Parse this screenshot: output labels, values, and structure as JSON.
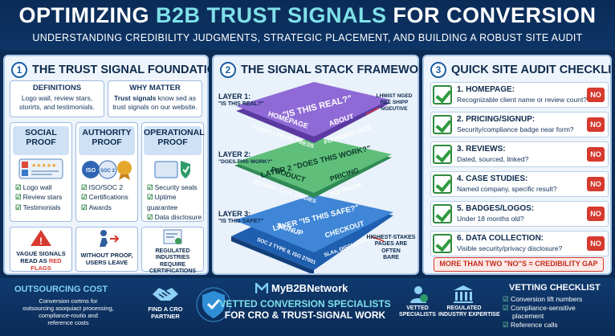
{
  "header": {
    "title_a": "OPTIMIZING ",
    "title_b": "B2B TRUST SIGNALS",
    "title_c": " FOR CONVERSION",
    "subtitle": "UNDERSTANDING CREDIBILITY JUDGMENTS, STRATEGIC PLACEMENT, AND BUILDING A ROBUST SITE AUDIT"
  },
  "p1": {
    "num": "1",
    "title": "THE TRUST SIGNAL FOUNDATION",
    "def_title": "DEFINITIONS",
    "def_text": "Logo wall, review stars, storirts, and testimonials.",
    "why_title": "WHY MATTER",
    "why_bold": "Trust signals",
    "why_text": " know sed as trust signals on our website.",
    "pillars": [
      {
        "name": "SOCIAL PROOF",
        "items": [
          "Logo wall",
          "Review stars",
          "Testimonials"
        ]
      },
      {
        "name": "AUTHORITY PROOF",
        "items": [
          "ISO/SOC 2",
          "Certifications",
          "Awards"
        ]
      },
      {
        "name": "OPERATIONAL PROOF",
        "items": [
          "Security seals",
          "Uptime guarantee",
          "Data disclosure"
        ]
      }
    ],
    "foot1_a": "VAGUE SIGNALS",
    "foot1_b": "READ AS ",
    "foot1_c": "RED FLAGS",
    "foot2_a": "WITHOUT PROOF,",
    "foot2_b": "USERS LEAVE",
    "foot3_a": "REGULATED",
    "foot3_b": "INDUSTRIES REQUIRE",
    "foot3_c": "CERTIFICATIONS",
    "iso_label": "ISO",
    "soc_label": "SOC 2"
  },
  "p2": {
    "num": "2",
    "title": "THE SIGNAL STACK FRAMEWORK",
    "l1": "LAYER 1:",
    "l1q": "\"IS THIS REAL?\"",
    "l2": "LAYER 2:",
    "l2q": "\"DOES THIS WORK?\"",
    "l3": "LAYER 3:",
    "l3q": "\"IS THIS SAFE?\"",
    "t1_top": "\"IS THIS REAL?\"",
    "t1_a": "HOMEPAGE",
    "t1_b": "ABOUT",
    "t1_c": "CLIENT LOGOS, PRESS",
    "t1_d": "FOUNDING DATE",
    "t2_top": "LAYER 2 \"DOES THIS WORK?\"",
    "t2_a": "PRODUCT",
    "t2_b": "PRICING",
    "t2_c": "REVIEWS, CASE STUDIES",
    "t2_d": "ROI PROOF",
    "t3_top": "LAYER \"IS THIS SAFE?\"",
    "t3_a": "SIGNUP",
    "t3_b": "CHECKOUT",
    "t3_c": "SOC 2 TYPE II, ISO 27001",
    "t3_d": "SLAs, DISCLOSURES",
    "note_r1": "LHMIST NGED",
    "note_r2": "REE SHIPP",
    "note_r3": "NGEUTIVE",
    "note_b1": "HIGHEST-STAKES",
    "note_b2": "PAGES ARE OFTEN",
    "note_b3": "BARE"
  },
  "p3": {
    "num": "3",
    "title": "QUICK SITE AUDIT CHECKLIST",
    "no": "NO",
    "items": [
      {
        "t": "1. HOMEPAGE:",
        "d": "Recognizable client name or review count?"
      },
      {
        "t": "2. PRICING/SIGNUP:",
        "d": "Security/compliance badge near form?"
      },
      {
        "t": "3. REVIEWS:",
        "d": "Dated, sourced, linked?"
      },
      {
        "t": "4. CASE STUDIES:",
        "d": "Named company, specific result?"
      },
      {
        "t": "5. BADGES/LOGOS:",
        "d": "Under 18 months old?"
      },
      {
        "t": "6. DATA COLLECTION:",
        "d": "Visible security/privacy disclosure?"
      }
    ],
    "gap": "MORE THAN TWO \"NO\"S = CREDIBILITY GAP"
  },
  "bottom": {
    "out_title": "OUTSOURCING COST",
    "out_text1": "Conversion cortms for",
    "out_text2": "outsourcing asoquiact processing,",
    "out_text3": "compliance-routio and",
    "out_text4": "reference costs",
    "find1": "FIND A CRO",
    "find2": "PARTNER",
    "brand": "MyB2BNetwork",
    "vet1": "VETTED CONVERSION SPECIALISTS",
    "vet2": "FOR CRO & TRUST-SIGNAL WORK",
    "vs1": "VETTED",
    "vs2": "SPECIALISTS",
    "ri1": "REGULATED",
    "ri2": "INDUSTRY EXPERTISE",
    "vc_title": "VETTING CHECKLIST",
    "vc": [
      "Conversion lift numbers",
      "Compliance-sensitive",
      "placement",
      "Reference calls"
    ]
  }
}
